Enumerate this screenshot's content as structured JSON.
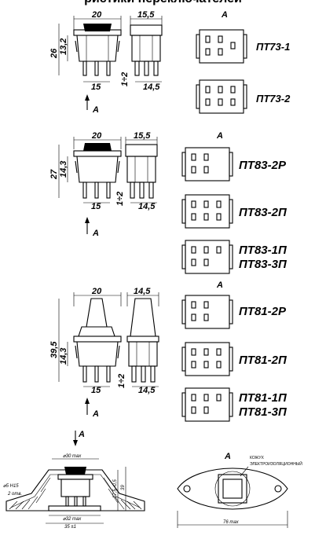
{
  "title_cut": "ристики переключателей",
  "groups": [
    {
      "dims": {
        "w": "20",
        "w2": "15,5",
        "h": "26",
        "h2": "13,2",
        "pin": "15",
        "pin2": "14,5",
        "gap": "1÷2"
      },
      "labels": [
        "ПТ73-1",
        "ПТ73-2"
      ]
    },
    {
      "dims": {
        "w": "20",
        "w2": "15,5",
        "h": "27",
        "h2": "14,3",
        "pin": "15",
        "pin2": "14,5",
        "gap": "1÷2"
      },
      "labels": [
        "ПТ83-2Р",
        "ПТ83-2П",
        "ПТ83-1П",
        "ПТ83-3П"
      ]
    },
    {
      "dims": {
        "w": "20",
        "w2": "14,5",
        "h": "39,5",
        "h2": "14,3",
        "pin": "15",
        "pin2": "14,5",
        "gap": "1÷2"
      },
      "labels": [
        "ПТ81-2Р",
        "ПТ81-2П",
        "ПТ81-1П",
        "ПТ81-3П"
      ]
    }
  ],
  "view_mark": "A",
  "bottom": {
    "dia": "⌀30 max",
    "hole": "⌀5 H15",
    "holes_n": "2 отв.",
    "h1": "27,5 -0,5",
    "h2": "39",
    "base1": "⌀32 max",
    "base2": "35 ±1",
    "width": "76 max",
    "cover_label_1": "КОЖУХ",
    "cover_label_2": "ЭЛЕКТРОИЗОЛЯЦИОННЫЙ"
  }
}
